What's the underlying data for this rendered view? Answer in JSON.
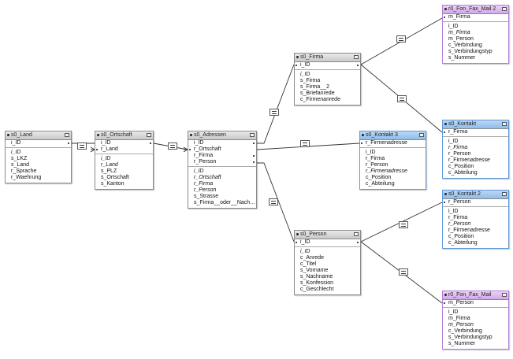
{
  "tables": [
    {
      "id": "s0_Land",
      "title": "s0_Land",
      "color": "gray",
      "keys": [
        {
          "name": "i_ID",
          "left": false,
          "right": true
        }
      ],
      "fields": [
        {
          "name": "i_ID",
          "italic": true
        },
        {
          "name": "s_LKZ"
        },
        {
          "name": "s_Land"
        },
        {
          "name": "r_Sprache"
        },
        {
          "name": "r_Waehrung"
        }
      ]
    },
    {
      "id": "s0_Ortschaft",
      "title": "s0_Ortschaft",
      "color": "gray",
      "keys": [
        {
          "name": "i_ID",
          "left": false,
          "right": true
        },
        {
          "name": "r_Land",
          "left": true,
          "right": false
        }
      ],
      "fields": [
        {
          "name": "i_ID",
          "italic": true
        },
        {
          "name": "r_Land",
          "italic": true
        },
        {
          "name": "s_PLZ"
        },
        {
          "name": "s_Ortschaft"
        },
        {
          "name": "s_Kanton"
        }
      ]
    },
    {
      "id": "s0_Adressen",
      "title": "s0_Adressen",
      "color": "gray",
      "keys": [
        {
          "name": "i_ID",
          "left": false,
          "right": true
        },
        {
          "name": "r_Ortschaft",
          "left": true,
          "right": false
        },
        {
          "name": "r_Firma",
          "left": false,
          "right": true
        },
        {
          "name": "r_Person",
          "left": false,
          "right": true
        }
      ],
      "fields": [
        {
          "name": "i_ID",
          "italic": true
        },
        {
          "name": "r_Ortschaft",
          "italic": true
        },
        {
          "name": "r_Firma",
          "italic": true
        },
        {
          "name": "r_Person",
          "italic": true
        },
        {
          "name": "s_Strasse"
        },
        {
          "name": "s_Firma__oder__Nach…"
        }
      ]
    },
    {
      "id": "s0_Firma",
      "title": "s0_Firma",
      "color": "gray",
      "keys": [
        {
          "name": "i_ID",
          "left": true,
          "right": true
        }
      ],
      "fields": [
        {
          "name": "i_ID",
          "italic": true
        },
        {
          "name": "s_Firma"
        },
        {
          "name": "s_Firma__2"
        },
        {
          "name": "s_Briefanrede"
        },
        {
          "name": "c_Firmenanrede"
        }
      ]
    },
    {
      "id": "s0_Kontakt3",
      "title": "s0_Kontakt 3",
      "color": "blue",
      "keys": [
        {
          "name": "r_Firmenadresse",
          "left": true,
          "right": false
        }
      ],
      "fields": [
        {
          "name": "i_ID"
        },
        {
          "name": "r_Firma"
        },
        {
          "name": "r_Person"
        },
        {
          "name": "r_Firmenadresse",
          "italic": true
        },
        {
          "name": "c_Position"
        },
        {
          "name": "c_Abteilung"
        }
      ]
    },
    {
      "id": "s0_Person",
      "title": "s0_Person",
      "color": "gray",
      "keys": [
        {
          "name": "i_ID",
          "left": true,
          "right": true
        }
      ],
      "fields": [
        {
          "name": "i_ID",
          "italic": true
        },
        {
          "name": "c_Anrede"
        },
        {
          "name": "c_Titel"
        },
        {
          "name": "s_Vorname"
        },
        {
          "name": "s_Nachname"
        },
        {
          "name": "s_Konfession"
        },
        {
          "name": "c_Geschlecht"
        }
      ]
    },
    {
      "id": "r0_Fon_Fax_Mail2",
      "title": "r0_Fon_Fax_Mail 2",
      "color": "purple",
      "keys": [
        {
          "name": "m_Firma",
          "left": true,
          "right": false
        }
      ],
      "fields": [
        {
          "name": "i_ID"
        },
        {
          "name": "m_Firma",
          "italic": true
        },
        {
          "name": "m_Person"
        },
        {
          "name": "c_Verbindung"
        },
        {
          "name": "s_Verbindungstyp"
        },
        {
          "name": "s_Nummer"
        }
      ]
    },
    {
      "id": "s0_Kontakt",
      "title": "s0_Kontakt",
      "color": "blue",
      "keys": [
        {
          "name": "r_Firma",
          "left": true,
          "right": false
        }
      ],
      "fields": [
        {
          "name": "i_ID"
        },
        {
          "name": "r_Firma",
          "italic": true
        },
        {
          "name": "r_Person"
        },
        {
          "name": "r_Firmenadresse"
        },
        {
          "name": "c_Position"
        },
        {
          "name": "c_Abteilung"
        }
      ]
    },
    {
      "id": "s0_Kontakt2",
      "title": "s0_Kontakt 2",
      "color": "blue",
      "keys": [
        {
          "name": "r_Person",
          "left": true,
          "right": false
        }
      ],
      "fields": [
        {
          "name": "i_ID"
        },
        {
          "name": "r_Firma"
        },
        {
          "name": "r_Person",
          "italic": true
        },
        {
          "name": "r_Firmenadresse"
        },
        {
          "name": "c_Position"
        },
        {
          "name": "c_Abteilung"
        }
      ]
    },
    {
      "id": "r0_Fon_Fax_Mail",
      "title": "r0_Fon_Fax_Mail",
      "color": "purple",
      "keys": [
        {
          "name": "m_Person",
          "left": true,
          "right": false
        }
      ],
      "fields": [
        {
          "name": "i_ID"
        },
        {
          "name": "m_Firma"
        },
        {
          "name": "m_Person",
          "italic": true
        },
        {
          "name": "c_Verbindung"
        },
        {
          "name": "s_Verbindungstyp"
        },
        {
          "name": "s_Nummer"
        }
      ]
    }
  ]
}
